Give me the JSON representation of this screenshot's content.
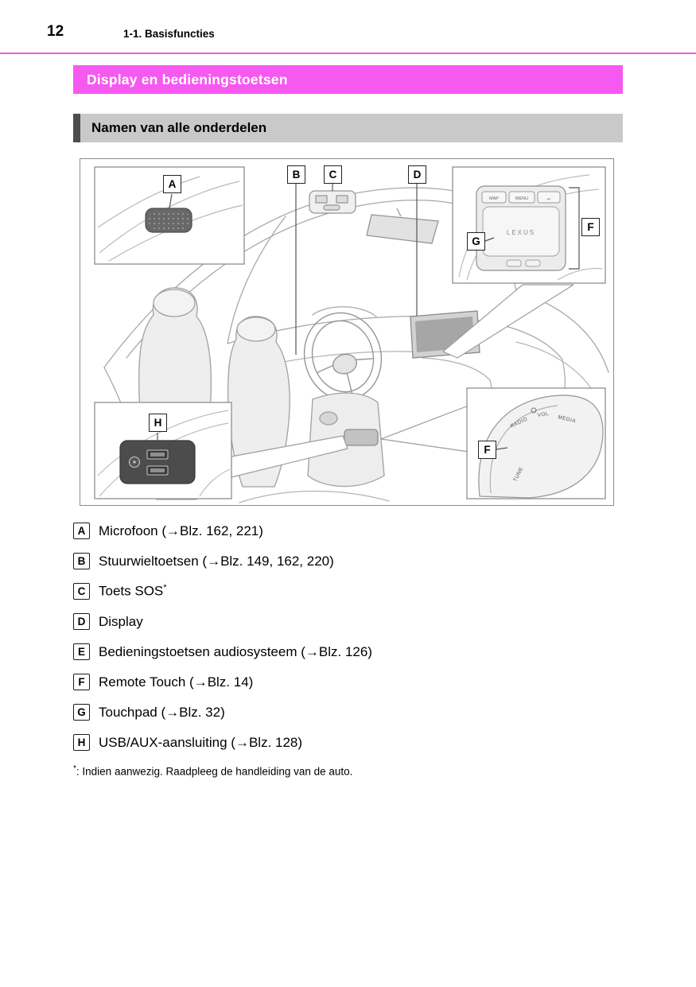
{
  "page": {
    "number": "12",
    "section": "1-1. Basisfuncties"
  },
  "colors": {
    "accent_magenta": "#f659ef",
    "subsection_bg": "#c9c9c9",
    "subsection_accent": "#4d4d4d"
  },
  "title_banner": {
    "text": "Display en bedieningstoetsen"
  },
  "subsection": {
    "text": "Namen van alle onderdelen"
  },
  "figure": {
    "labels": {
      "a": "A",
      "b": "B",
      "c": "C",
      "d": "D",
      "g": "G",
      "f_top": "F",
      "h": "H",
      "f_bottom": "F"
    },
    "touchpad": {
      "map": "MAP",
      "menu": "MENU",
      "back": "↩",
      "brand": "LEXUS"
    },
    "audio_panel": {
      "radio": "RADIO",
      "vol": "VOL",
      "media": "MEDIA",
      "tune": "TUNE"
    }
  },
  "legend": {
    "items": [
      {
        "key": "A",
        "text": "Microfoon (→Blz. 162, 221)"
      },
      {
        "key": "B",
        "text": "Stuurwieltoetsen (→Blz. 149, 162, 220)"
      },
      {
        "key": "C",
        "text": "Toets SOS",
        "superscript": "*"
      },
      {
        "key": "D",
        "text": "Display"
      },
      {
        "key": "E",
        "text": "Bedieningstoetsen audiosysteem (→Blz. 126)"
      },
      {
        "key": "F",
        "text": "Remote Touch (→Blz. 14)"
      },
      {
        "key": "G",
        "text": "Touchpad (→Blz. 32)"
      },
      {
        "key": "H",
        "text": "USB/AUX-aansluiting (→Blz. 128)"
      }
    ],
    "footnote_marker": "*",
    "footnote": ": Indien aanwezig. Raadpleeg de handleiding van de auto."
  }
}
